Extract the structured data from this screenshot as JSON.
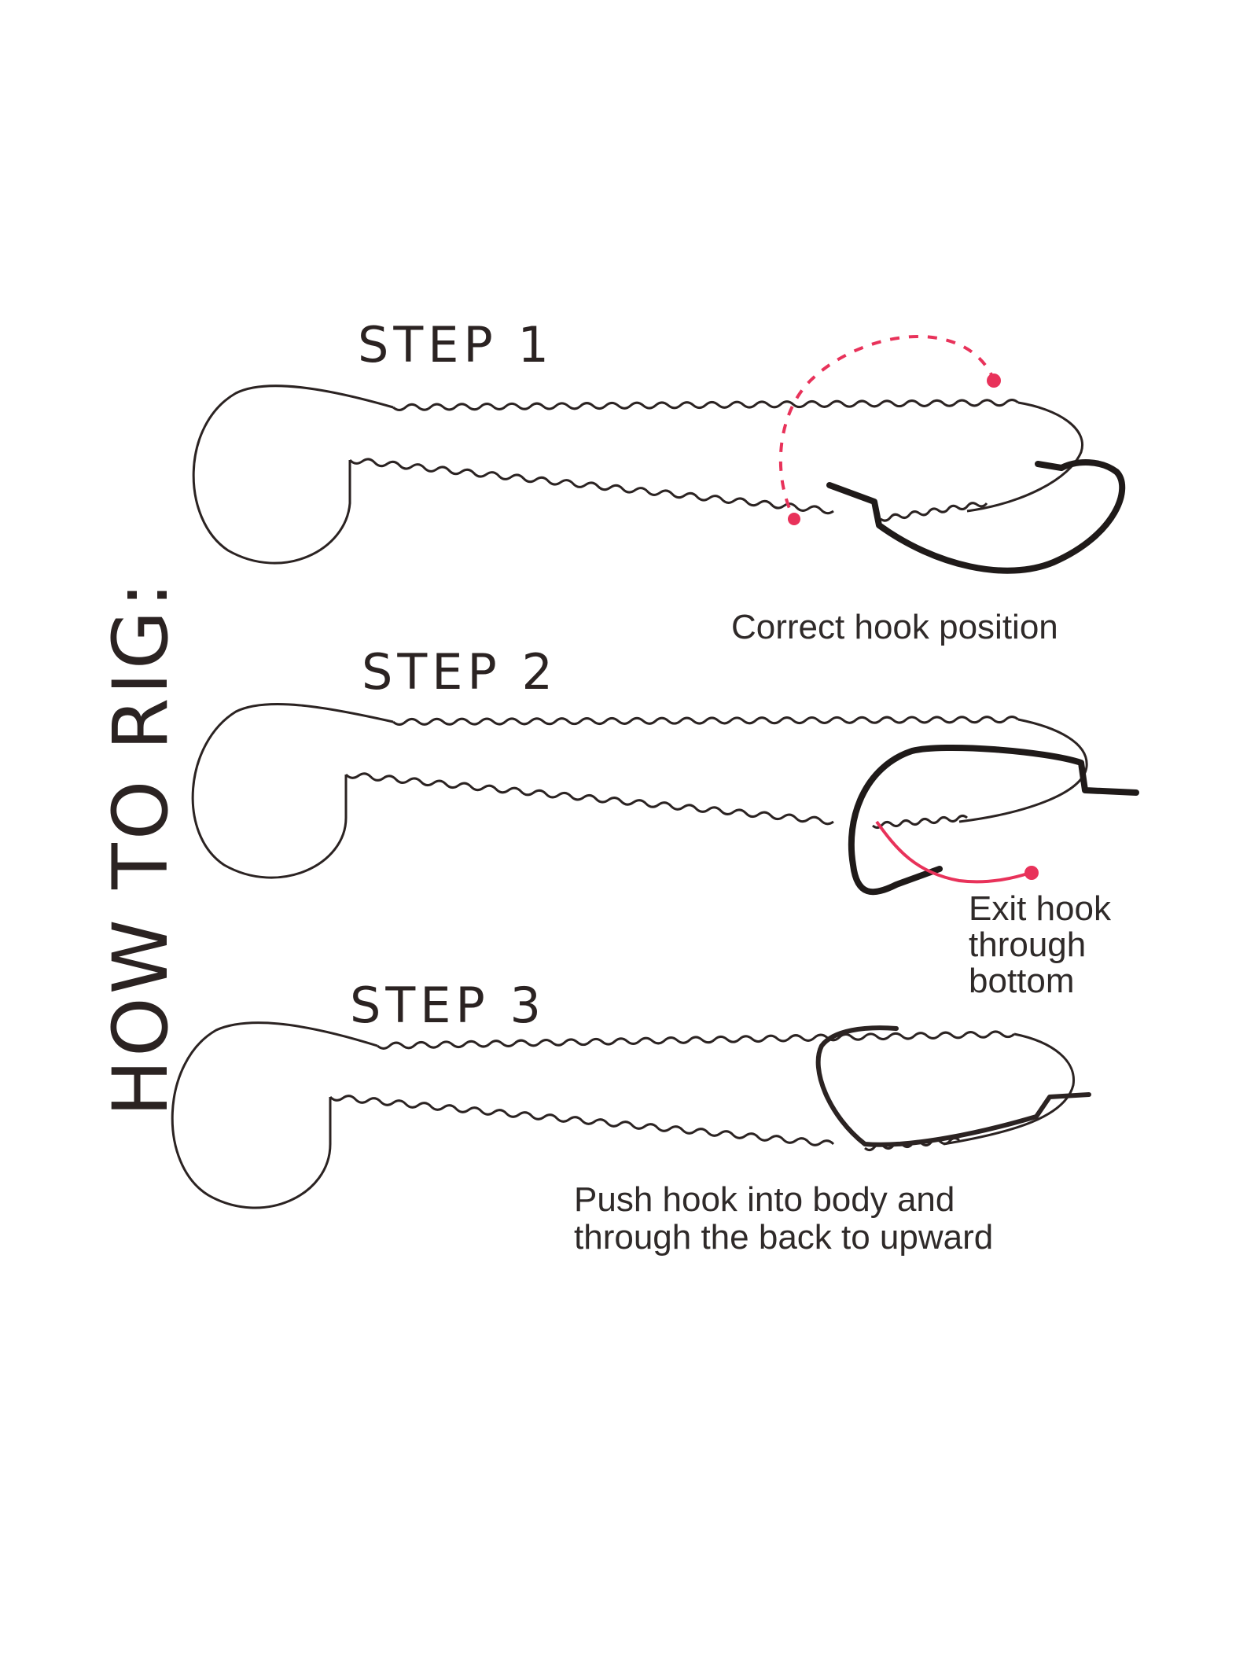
{
  "title": "HOW TO RIG:",
  "steps": [
    {
      "label": "STEP 1",
      "caption": [
        "Correct hook position"
      ]
    },
    {
      "label": "STEP 2",
      "caption": [
        "Exit hook",
        "through",
        "bottom"
      ]
    },
    {
      "label": "STEP 3",
      "caption": [
        "Push hook into body and",
        "through the back to upward"
      ]
    }
  ],
  "colors": {
    "line": "#2b2322",
    "hook": "#1f1a19",
    "accent": "#e8325a",
    "caption": "#2f2a29"
  }
}
